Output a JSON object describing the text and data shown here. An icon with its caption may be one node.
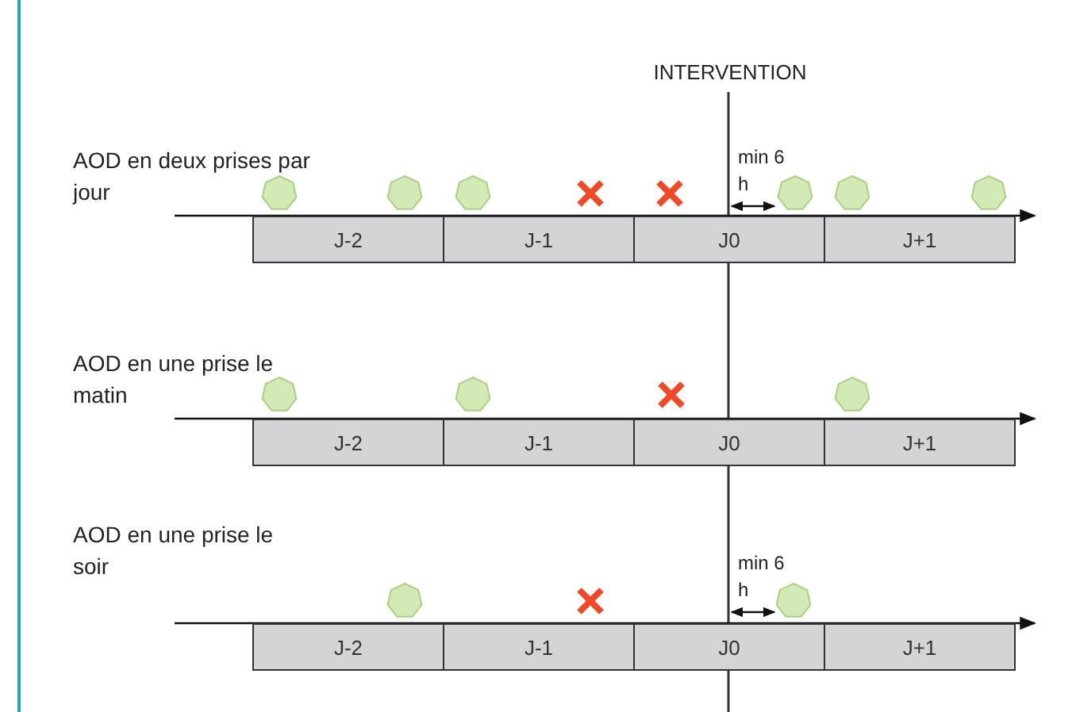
{
  "diagram": {
    "nodes": [
      {
        "text": [
          "J-2"
        ]
      },
      {
        "text": [
          "J-1"
        ]
      },
      {
        "text": [
          "J0"
        ]
      },
      {
        "text": [
          "J+1"
        ]
      },
      {
        "text": [
          "J-2"
        ]
      },
      {
        "text": [
          "J-1"
        ]
      },
      {
        "text": [
          "J0"
        ]
      },
      {
        "text": [
          "J+1"
        ]
      },
      {
        "text": [
          "J-2"
        ]
      },
      {
        "text": [
          "J-1"
        ]
      },
      {
        "text": [
          "J0"
        ]
      },
      {
        "text": [
          "J+1"
        ]
      }
    ],
    "edges": [],
    "labels": [
      "INTERVENTION",
      "AOD en deux prises par jour",
      "min 6 h",
      "AOD en une prise le matin",
      "AOD en une prise le soir",
      "min 6 h"
    ]
  }
}
